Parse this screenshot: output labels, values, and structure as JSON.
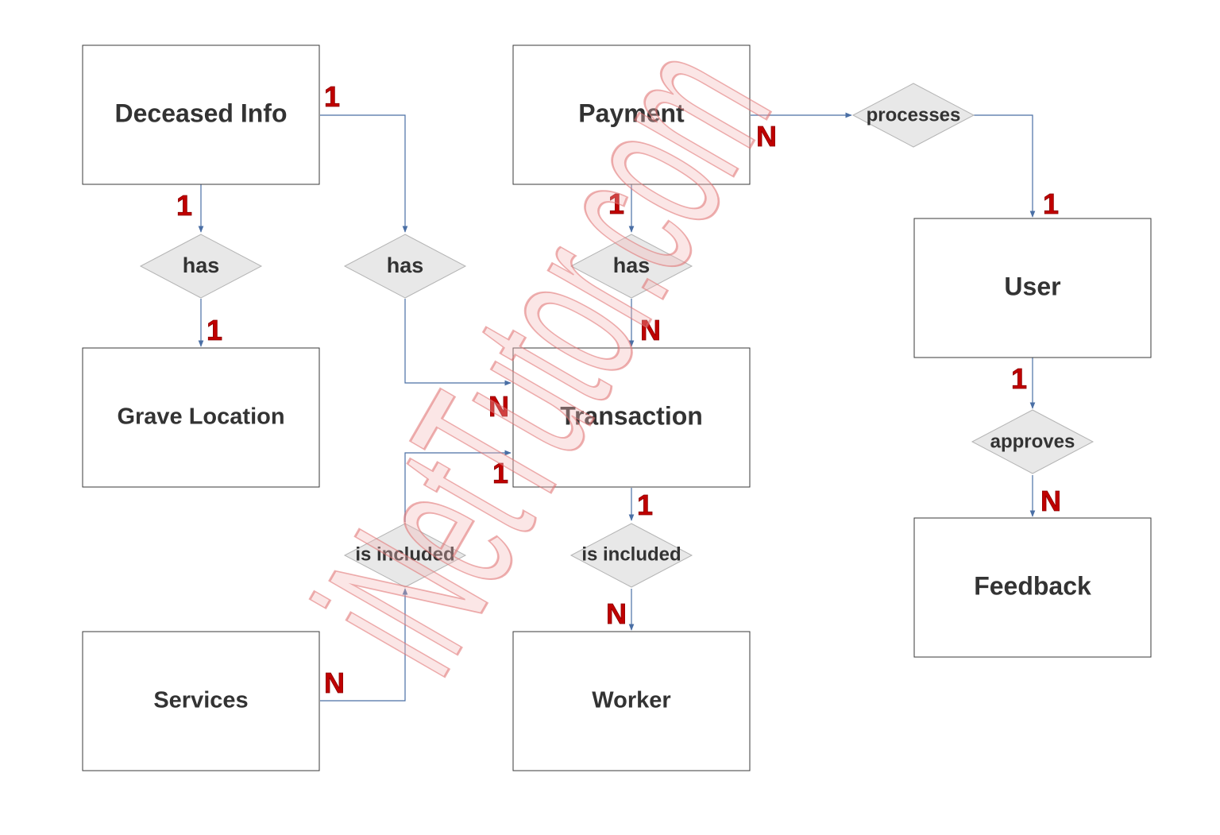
{
  "entities": {
    "deceased_info": "Deceased Info",
    "grave_location": "Grave Location",
    "payment": "Payment",
    "transaction": "Transaction",
    "user": "User",
    "feedback": "Feedback",
    "services": "Services",
    "worker": "Worker"
  },
  "relationships": {
    "deceased_grave": "has",
    "deceased_transaction": "has",
    "payment_transaction": "has",
    "payment_user": "processes",
    "user_feedback": "approves",
    "services_transaction": "is included",
    "transaction_worker": "is included"
  },
  "cardinality": {
    "deceased_to_transaction": "1",
    "payment_to_user": "N",
    "deceased_to_grave": "1",
    "payment_to_has": "1",
    "user_side": "1",
    "grave_side": "1",
    "transaction_from_payment": "N",
    "user_to_approves": "1",
    "transaction_from_deceased": "N",
    "transaction_from_services": "1",
    "transaction_to_worker": "1",
    "feedback_side": "N",
    "worker_side": "N",
    "services_side": "N"
  },
  "watermark": "iNetTutor.com",
  "colors": {
    "cardinality": "#c00000",
    "connector": "#4a6fa5",
    "relationship_fill": "#e8e8e8",
    "watermark": "#e07070"
  }
}
